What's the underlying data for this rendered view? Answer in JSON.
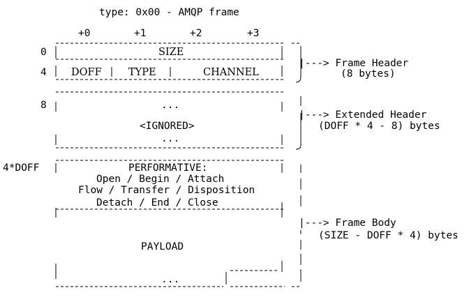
{
  "diagram": {
    "title": "type: 0x00 - AMQP frame",
    "byte_offsets": [
      "+0",
      "+1",
      "+2",
      "+3"
    ],
    "row_offsets": [
      "0",
      "4",
      "8",
      "4*DOFF"
    ],
    "header_section": {
      "size_label": "SIZE",
      "doff_label": "DOFF",
      "type_label": "TYPE",
      "channel_label": "CHANNEL"
    },
    "extended_section": {
      "dots_top": "...",
      "ignored_label": "<IGNORED>",
      "dots_bottom": "..."
    },
    "body_section": {
      "performative_label": "PERFORMATIVE:",
      "performatives": [
        "Open / Begin / Attach",
        "Flow / Transfer / Disposition",
        "Detach / End / Close"
      ],
      "payload_label": "PAYLOAD",
      "dots_bottom": "..."
    },
    "annotations": {
      "frame_header_arrow": "|---> Frame Header",
      "frame_header_size": "(8 bytes)",
      "extended_header_arrow": "|---> Extended Header",
      "extended_header_size": "(DOFF * 4 - 8) bytes",
      "frame_body_arrow": "|---> Frame Body",
      "frame_body_size": "(SIZE - DOFF * 4) bytes"
    }
  }
}
